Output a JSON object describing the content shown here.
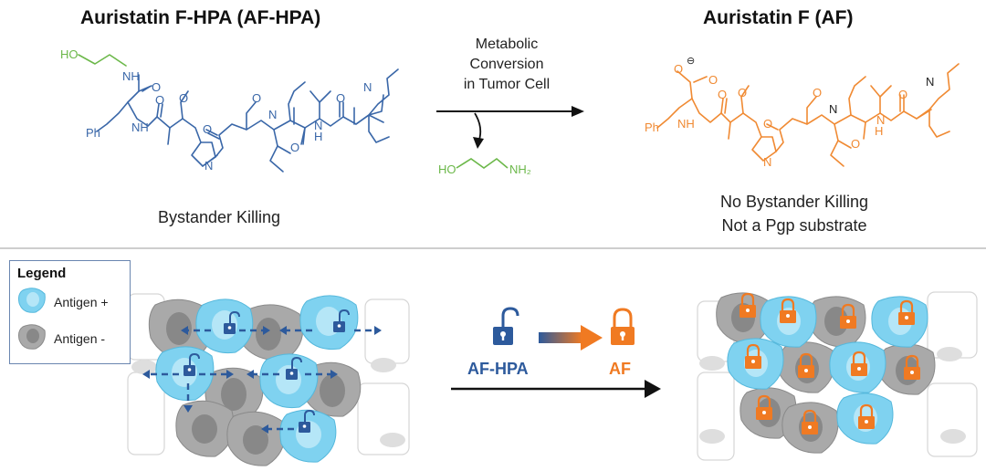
{
  "titles": {
    "left": "Auristatin F-HPA (AF-HPA)",
    "right": "Auristatin F (AF)"
  },
  "captions": {
    "left": "Bystander Killing",
    "right_line1": "No Bystander Killing",
    "right_line2": "Not a Pgp substrate"
  },
  "reaction": {
    "line1": "Metabolic",
    "line2": "Conversion",
    "line3": "in Tumor Cell"
  },
  "byproduct": {
    "ho": "HO",
    "nh2": "NH₂"
  },
  "chem_labels": {
    "ho": "HO",
    "nh": "NH",
    "o": "O",
    "n": "N",
    "ph": "Ph",
    "h": "H"
  },
  "legend": {
    "title": "Legend",
    "antigen_pos": "Antigen +",
    "antigen_neg": "Antigen -"
  },
  "mechanism": {
    "from_label": "AF-HPA",
    "to_label": "AF"
  },
  "colors": {
    "af_hpa_blue": "#3a67a8",
    "af_orange": "#f08a33",
    "hpa_green": "#6cb84a",
    "antigen_pos_cell": "#7fd2f0",
    "antigen_neg_cell": "#a9a9a9",
    "lock_blue": "#2d5a9c",
    "lock_orange": "#f07a22"
  },
  "icons": {
    "unlocked": "unlocked-padlock-icon",
    "locked": "locked-padlock-icon"
  }
}
